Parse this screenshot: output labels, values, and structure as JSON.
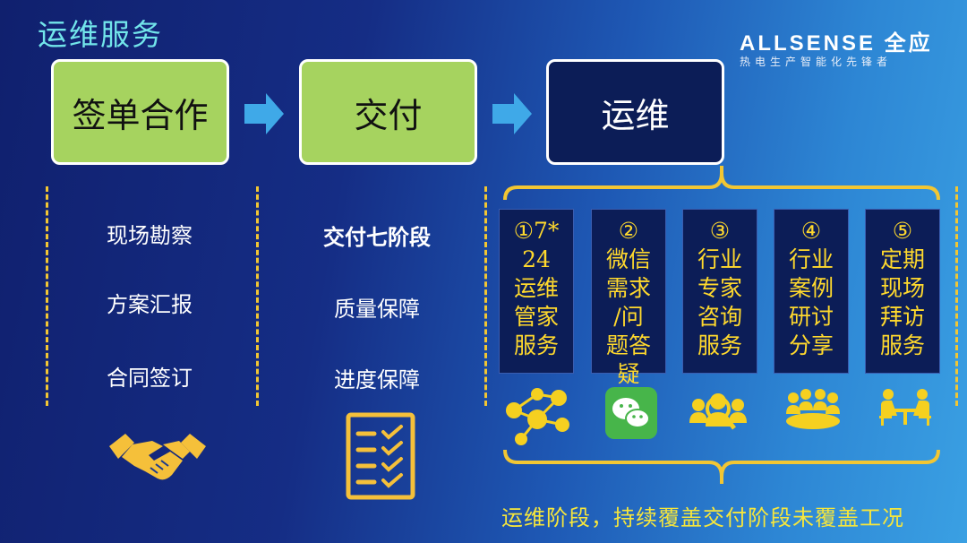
{
  "title": "运维服务",
  "logo": {
    "brand": "ALLSENSE 全应",
    "tagline": "热电生产智能化先锋者"
  },
  "stages": [
    {
      "label": "签单合作"
    },
    {
      "label": "交付"
    },
    {
      "label": "运维"
    }
  ],
  "sign_items": [
    "现场勘察",
    "方案汇报",
    "合同签订"
  ],
  "delivery_items": [
    "交付七阶段",
    "质量保障",
    "进度保障"
  ],
  "services": [
    {
      "text": "①7*\n24\n运维\n管家\n服务",
      "icon": "network-people-icon"
    },
    {
      "text": "②\n微信\n需求\n/问\n题答\n疑",
      "icon": "wechat-icon"
    },
    {
      "text": "③\n行业\n专家\n咨询\n服务",
      "icon": "expert-search-icon"
    },
    {
      "text": "④\n行业\n案例\n研讨\n分享",
      "icon": "meeting-icon"
    },
    {
      "text": "⑤\n定期\n现场\n拜访\n服务",
      "icon": "visit-icon"
    }
  ],
  "footer": "运维阶段，持续覆盖交付阶段未覆盖工况",
  "colors": {
    "green": "#a6d35f",
    "navy": "#0c1d57",
    "yellow": "#ffd92d",
    "cyan": "#72e5ea",
    "dash": "#f2c633"
  }
}
